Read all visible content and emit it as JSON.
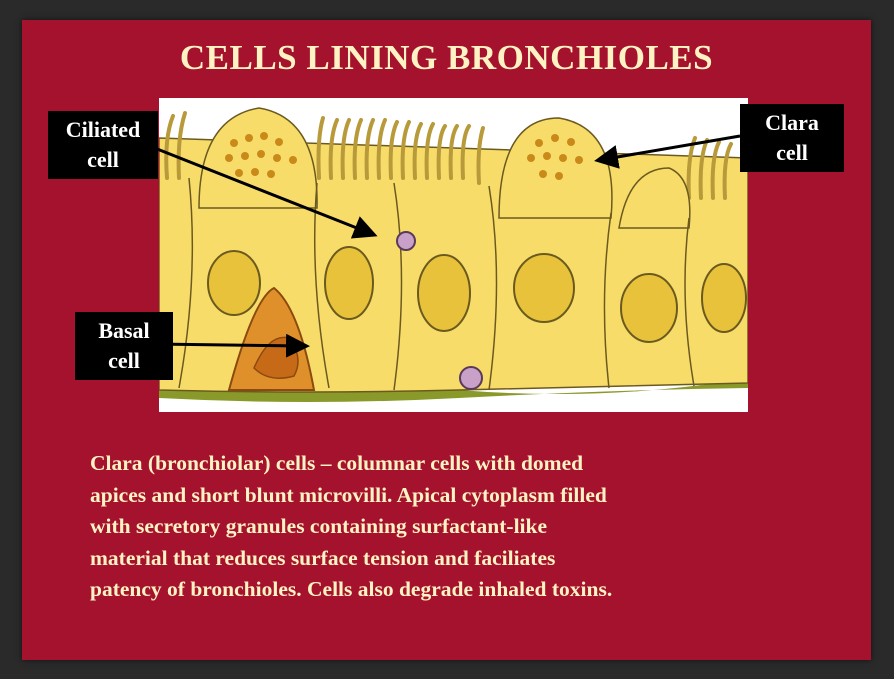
{
  "title": "CELLS LINING BRONCHIOLES",
  "labels": {
    "ciliated": [
      "Ciliated",
      "cell"
    ],
    "clara": [
      "Clara",
      "cell"
    ],
    "basal": [
      "Basal",
      "cell"
    ]
  },
  "caption_lines": [
    "Clara (bronchiolar) cells – columnar cells with domed",
    "apices and short blunt microvilli. Apical cytoplasm filled",
    "with secretory granules containing surfactant-like",
    "material that reduces surface tension and faciliates",
    "patency of bronchioles.  Cells also degrade inhaled toxins."
  ],
  "colors": {
    "slide_background": "#a4122e",
    "title_text": "#fff3c4",
    "cell_fill": "#f8dc6a",
    "label_box": "#000000"
  }
}
